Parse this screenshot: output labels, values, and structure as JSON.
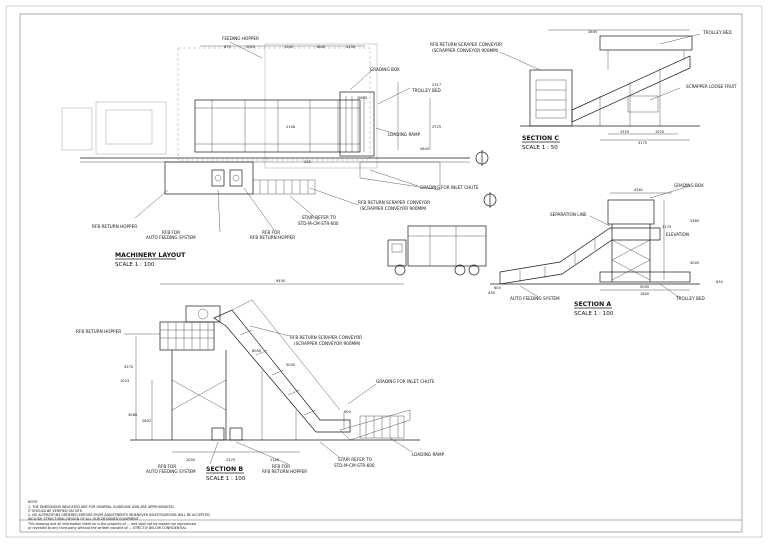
{
  "machinery_layout": {
    "title": "MACHINERY LAYOUT",
    "scale": "SCALE 1 : 100",
    "labels": {
      "feeding_hopper": "FEEDING HOPPER",
      "grading_box": "GRADING BOX",
      "trolley_bed": "TROLLEY BED",
      "loading_ramp": "LOADING RAMP",
      "grading_for_inlet_chute": "GRADING FOR INLET CHUTE",
      "rfb_return_scraper_conveyor": "RFB RETURN SCRAPER CONVEYOR",
      "scrapper_conveyor": "(SCRAPPER CONVEYOR 900MM)",
      "stair_refer": "STAIR REFER TO",
      "stair_drawing": "STD-M-CM-STR-600",
      "rfb_return_hopper": "RFB RETURN HOPPER",
      "rfb_for_auto_feeding_a": "RFB FOR",
      "auto_feeding_system": "AUTO FEEDING SYSTEM",
      "rfb_for_return_a": "RFB FOR",
      "rfb_return_hopper_b": "RFB RETURN HOPPER"
    },
    "dims": {
      "top_1": "875",
      "top_2": "2025",
      "top_3": "1500",
      "top_4": "1800",
      "top_5": "4150",
      "d_2317": "2317",
      "d_1603": "1603",
      "d_2725": "2725",
      "d_2106": "2106",
      "d_2645": "2645",
      "d_215": "215"
    }
  },
  "section_c": {
    "title": "SECTION C",
    "scale": "SCALE 1 : 50",
    "labels": {
      "rfb_return_scraper_conveyor": "RFB RETURN SCRAPER CONVEYOR",
      "scrapper_conveyor": "(SCRAPPER CONVEYOR 900MM)",
      "trolley_bed": "TROLLEY BED",
      "scrapper_loose_fruit": "SCRAPPER LOOSE FRUIT"
    },
    "dims": {
      "top": "2645",
      "bottom_1": "1525",
      "bottom_2": "1525",
      "bottom_total": "3175"
    }
  },
  "section_a": {
    "title": "SECTION A",
    "scale": "SCALE 1 : 100",
    "labels": {
      "grading_box": "GRADING BOX",
      "separation_line": "SEPARATION LINE",
      "elevation": "ELEVATION",
      "auto_feeding_system": "AUTO FEEDING SYSTEM",
      "trolley_bed": "TROLLEY BED"
    },
    "dims": {
      "d_4261": "4261",
      "d_1175": "1175",
      "d_3360": "3360",
      "d_3000": "3000",
      "d_5000": "5000",
      "d_1800": "1800",
      "d_630": "630",
      "d_600": "600",
      "d_430": "430"
    }
  },
  "section_b": {
    "title": "SECTION B",
    "scale": "SCALE 1 : 100",
    "labels": {
      "rfb_return_hopper": "RFB RETURN HOPPER",
      "rfb_return_scraper_conveyor": "RFB RETURN SCRAPER CONVEYOR",
      "scrapper_conveyor": "(SCRAPPER CONVEYOR 900MM)",
      "grading_for_inlet_chute": "GRADING FOR INLET CHUTE",
      "loading_ramp": "LOADING RAMP",
      "stair_refer": "STAIR REFER TO",
      "stair_drawing": "STD-M-CM-STR-600",
      "rfb_for_a": "RFB FOR",
      "auto_feeding_system": "AUTO FEEDING SYSTEM",
      "rfb_for_b": "RFB FOR",
      "rfb_return_hopper_b": "RFB RETURN HOPPER"
    },
    "dims": {
      "top": "9450",
      "d_6000": "6000",
      "d_5000": "5000",
      "d_3270": "3270",
      "d_1023": "1023",
      "d_3060": "3060",
      "d_2602": "2602",
      "d_900": "900",
      "bottom_1": "2000",
      "bottom_2": "2375",
      "bottom_3": "2100"
    }
  },
  "notes": {
    "heading": "NOTE:",
    "line1": "1.  THE DIMENSIONS INDICATED ARE FOR GENERAL GUIDELINE AND ARE APPROXIMATED.",
    "line1b": "     IT SHOULD BE VERIFIED ON SITE.",
    "line2": "2.  NO ALTERATIONS ORDERED ERRORS FROM ADJUSTMENTS WHENEVER INVESTIGATIONS WILL BE ACCEPTED.",
    "line2b": "     INCLUDE STRUCTURAL DESIGN OF ALL OUR DESIGNED EQUIPMENT.",
    "footer1": "This drawing and all information there on is the property of  ...  and shall not be copied nor reproduced",
    "footer2": "or revealed to any third party without the written consent of ...  STRICTLY BELOW CONFIDENTIAL"
  }
}
